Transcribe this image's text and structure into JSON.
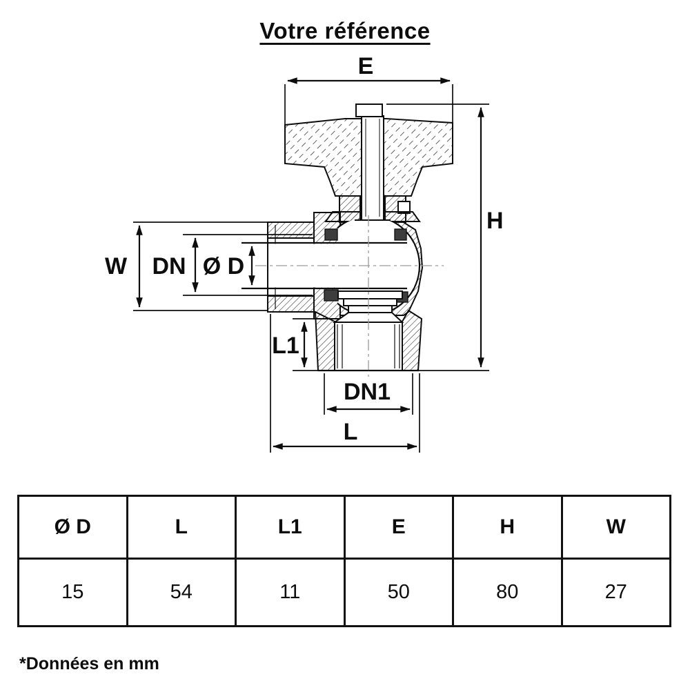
{
  "title": "Votre référence",
  "footnote": "*Données en mm",
  "diagram": {
    "description": "cross-section technical drawing of an angle ball valve with butterfly handle",
    "dims": {
      "e": "E",
      "h": "H",
      "w": "W",
      "dn": "DN",
      "phi_d": "Ø D",
      "l1": "L1",
      "dn1": "DN1",
      "l": "L"
    }
  },
  "table": {
    "headers": [
      "Ø D",
      "L",
      "L1",
      "E",
      "H",
      "W"
    ],
    "values": [
      "15",
      "54",
      "11",
      "50",
      "80",
      "27"
    ]
  },
  "colors": {
    "line": "#0d0d0d",
    "hatch": "#2e2e2e",
    "seal": "#3d3d3d",
    "centerline": "#9a9a9a",
    "table_border": "#111111"
  }
}
